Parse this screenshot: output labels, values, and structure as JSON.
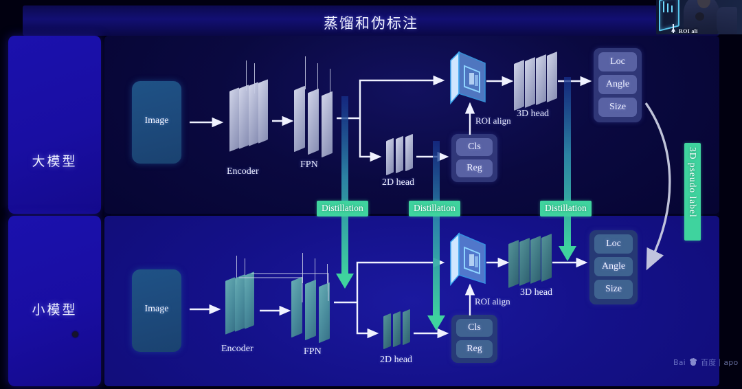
{
  "slide": {
    "title": "蒸馏和伪标注"
  },
  "sidebar": {
    "top_label": "大模型",
    "bottom_label": "小模型"
  },
  "teacher_row": {
    "image_label": "Image",
    "encoder_label": "Encoder",
    "fpn_label": "FPN",
    "head2d_label": "2D head",
    "head3d_label": "3D head",
    "roi_align_label": "ROI align",
    "det2d_box": [
      "Cls",
      "Reg"
    ],
    "output_box": [
      "Loc",
      "Angle",
      "Size"
    ]
  },
  "student_row": {
    "image_label": "Image",
    "encoder_label": "Encoder",
    "fpn_label": "FPN",
    "head2d_label": "2D head",
    "head3d_label": "3D  head",
    "roi_align_label": "ROI align",
    "det2d_box": [
      "Cls",
      "Reg"
    ],
    "output_box": [
      "Loc",
      "Angle",
      "Size"
    ]
  },
  "distillation": {
    "tags": [
      "Distillation",
      "Distillation",
      "Distillation"
    ],
    "pseudo_label": "3D pseudo label"
  },
  "webcam": {
    "caption": "ROI ali"
  },
  "watermark": {
    "brand": "Bai",
    "brand_cn": "百度",
    "product": "apo"
  },
  "colors": {
    "accent_green": "#3fd39e",
    "panel_blue": "#1b11ad",
    "image_card": "#1d4a7c",
    "slab_gray": "#d7dbee",
    "slab_teal": "#68b0b4",
    "wire_white": "#f0f2ff"
  }
}
